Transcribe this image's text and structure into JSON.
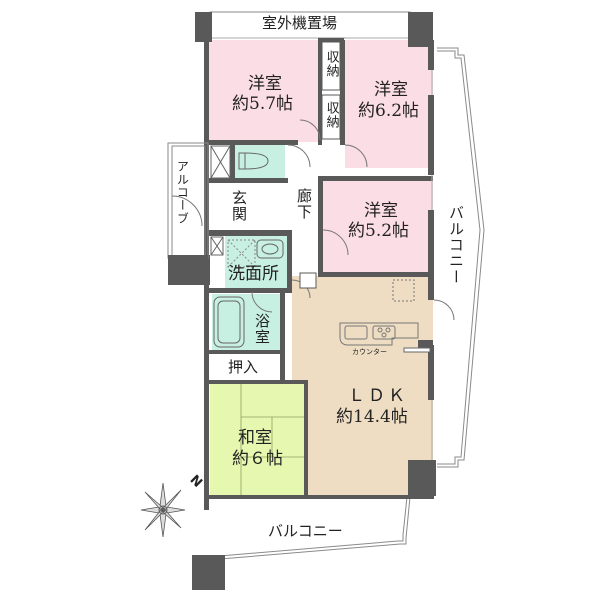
{
  "plan": {
    "colors": {
      "wall": "#595959",
      "western_room": "#fbdde6",
      "japanese_room": "#e6f7b0",
      "ldk": "#eeddc2",
      "wet_area": "#c8f0e2",
      "balcony": "#ffffff",
      "outline": "#888888"
    },
    "rooms": {
      "outdoor_unit": {
        "label": "室外機置場"
      },
      "western1": {
        "name": "洋室",
        "size": "約5.7帖"
      },
      "western2": {
        "name": "洋室",
        "size": "約6.2帖"
      },
      "western3": {
        "name": "洋室",
        "size": "約5.2帖"
      },
      "storage1": {
        "label": "収納"
      },
      "storage2": {
        "label": "収納"
      },
      "alcove": {
        "label": "アルコーブ"
      },
      "entrance": {
        "label": "玄関"
      },
      "hallway": {
        "label": "廊下"
      },
      "washroom": {
        "label": "洗面所"
      },
      "bathroom": {
        "label": "浴室"
      },
      "closet": {
        "label": "押入"
      },
      "japanese": {
        "name": "和室",
        "size": "約６帖"
      },
      "ldk": {
        "name": "ＬＤＫ",
        "size": "約14.4帖"
      },
      "counter": {
        "label": "カウンター"
      },
      "balcony_east": {
        "label": "バルコニー"
      },
      "balcony_south": {
        "label": "バルコニー"
      }
    },
    "compass": {
      "label": "N",
      "icon": "compass-rose-icon"
    }
  }
}
